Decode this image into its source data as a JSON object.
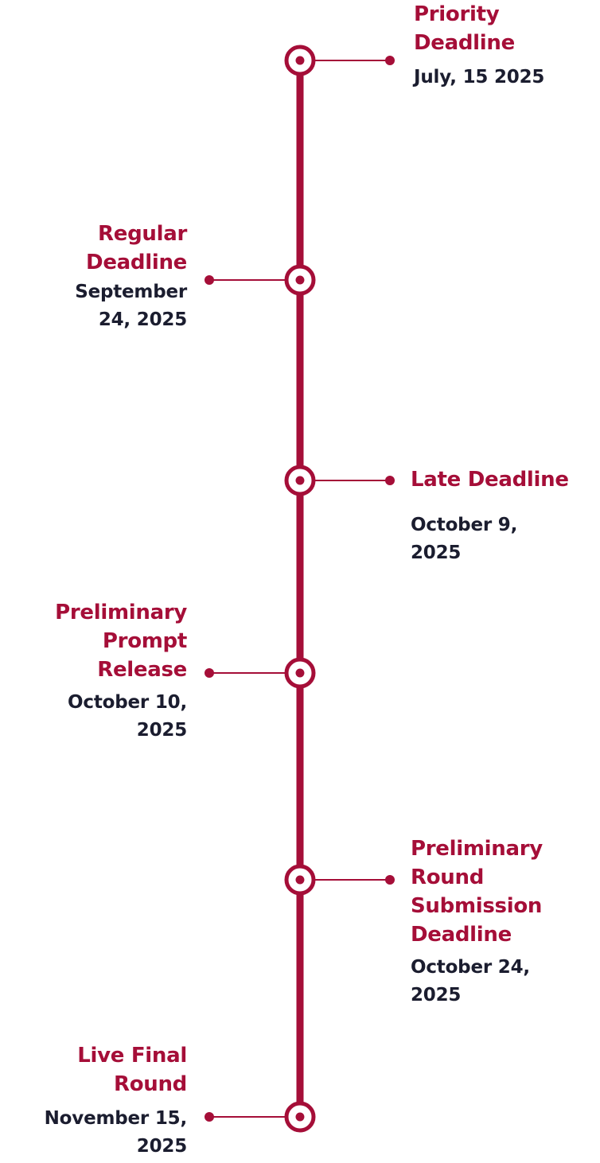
{
  "colors": {
    "accent": "#a50e38",
    "text": "#1b1d2f",
    "background": "#ffffff"
  },
  "events": [
    {
      "title": "Priority\nDeadline",
      "date": "July, 15 2025",
      "side": "right"
    },
    {
      "title": "Regular\nDeadline",
      "date": "September\n24, 2025",
      "side": "left"
    },
    {
      "title": "Late Deadline",
      "date": "October 9,\n2025",
      "side": "right"
    },
    {
      "title": "Preliminary\nPrompt\nRelease",
      "date": "October 10,\n2025",
      "side": "left"
    },
    {
      "title": "Preliminary\nRound\nSubmission\nDeadline",
      "date": "October 24,\n2025",
      "side": "right"
    },
    {
      "title": "Live Final\nRound",
      "date": "November 15,\n2025",
      "side": "left"
    }
  ]
}
